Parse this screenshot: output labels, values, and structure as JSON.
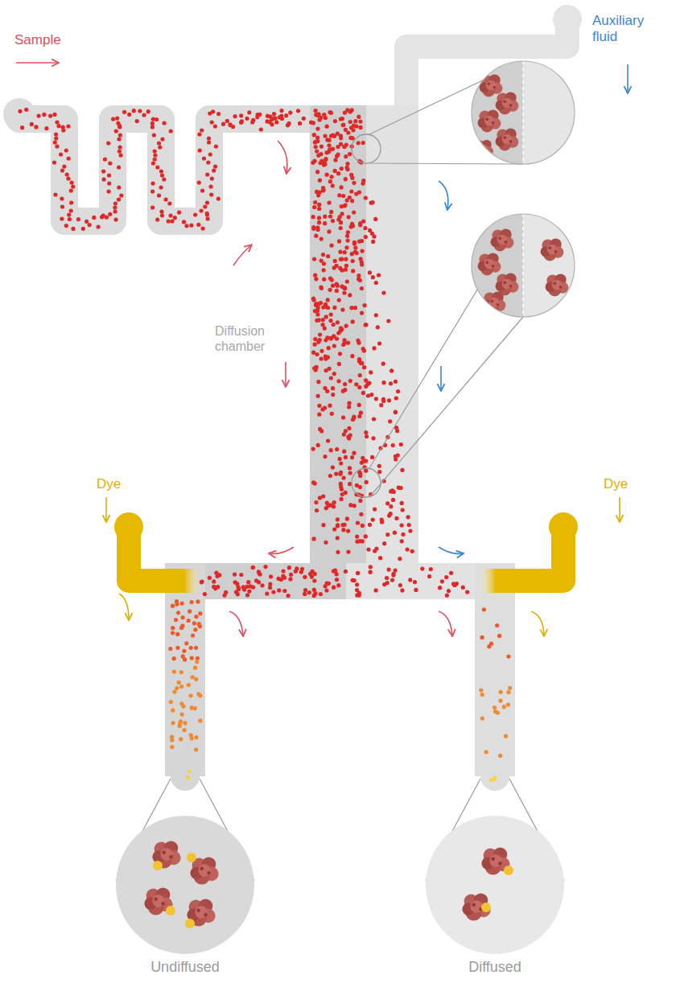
{
  "diagram": {
    "labels": [
      "Sample",
      "Auxiliary fluid",
      "Diffusion chamber",
      "Dye",
      "Dye",
      "Undiffused",
      "Diffused"
    ]
  }
}
